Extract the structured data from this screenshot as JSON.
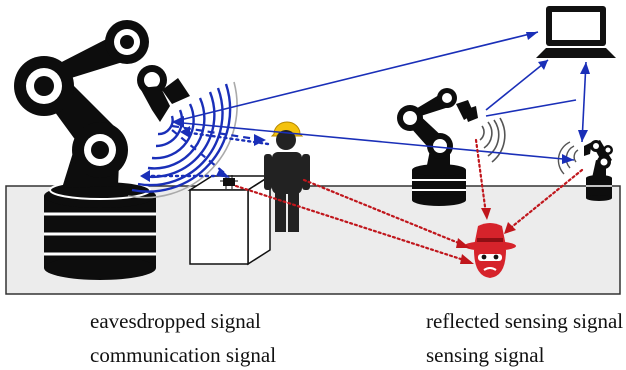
{
  "legend": {
    "eavesdropped": {
      "label": "eavesdropped signal",
      "color": "#c0161c",
      "style": "dotted"
    },
    "reflected": {
      "label": "reflected sensing signal",
      "color": "#1a2fb8",
      "style": "dotted"
    },
    "communication": {
      "label": "communication signal",
      "color": "#1a2fb8",
      "style": "solid"
    },
    "sensing": {
      "label": "sensing signal",
      "color": "#1a2fb8",
      "style": "dashed"
    }
  },
  "colors": {
    "robot": "#0d0d0d",
    "floor": "#ececec",
    "eavesdropper": "#d6232b",
    "helmet": "#f4c20d",
    "signal_blue": "#1a2fb8",
    "signal_red": "#c0161c"
  },
  "icons": [
    "laptop-icon",
    "robot-arm-icon",
    "worker-icon",
    "eavesdropper-icon",
    "box-icon",
    "sensor-chip-icon"
  ]
}
